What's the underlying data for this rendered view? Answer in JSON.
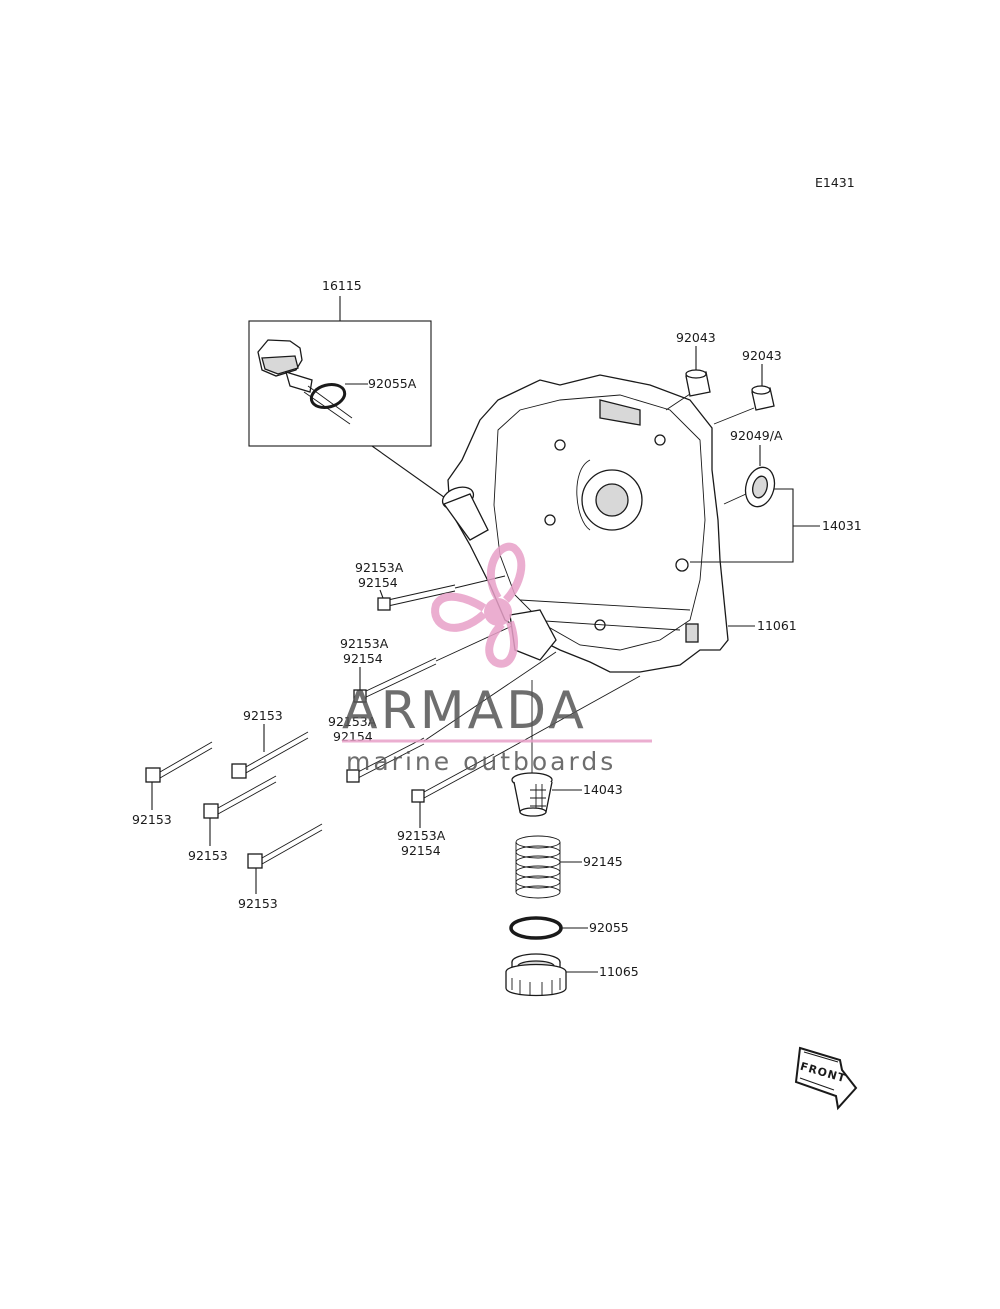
{
  "diagram_code": "E1431",
  "labels": {
    "p16115": "16115",
    "p92055A": "92055A",
    "p92043a": "92043",
    "p92043b": "92043",
    "p92049A": "92049/A",
    "p14031": "14031",
    "p11061": "11061",
    "p92153A_1": "92153A",
    "p92154_1": "92154",
    "p92153A_2": "92153A",
    "p92154_2": "92154",
    "p92153A_3": "92153A",
    "p92154_3": "92154",
    "p92153A_4": "92153A",
    "p92154_4": "92154",
    "p92153_1": "92153",
    "p92153_2": "92153",
    "p92153_3": "92153",
    "p92153_4": "92153",
    "p14043": "14043",
    "p92145": "92145",
    "p92055": "92055",
    "p11065": "11065"
  },
  "front_arrow_text": "FRONT",
  "watermark": {
    "brand": "ARMADA",
    "tagline": "marine outboards",
    "brand_color": "#555555",
    "accent_color": "#e8a0c8"
  }
}
